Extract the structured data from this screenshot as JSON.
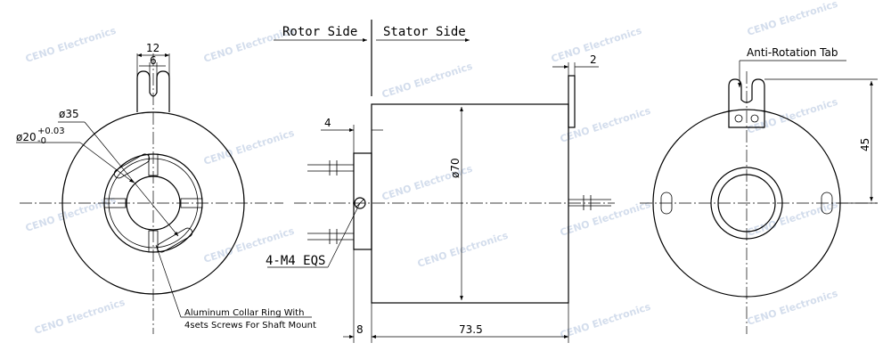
{
  "views": {
    "rotor_side": "Rotor Side",
    "stator_side": "Stator Side"
  },
  "labels": {
    "anti_rotation_tab": "Anti-Rotation Tab",
    "screws": "4-M4 EQS",
    "collar_line1": "Aluminum Collar Ring With",
    "collar_line2": "4sets Screws For Shaft Mount"
  },
  "dimensions": {
    "tab_width": "12",
    "tab_slot": "6",
    "outer_dia": "ø35",
    "bore_dia": "ø20",
    "bore_tol_upper": "+0.03",
    "bore_tol_lower": "-0",
    "body_dia": "ø70",
    "flange_thickness": "4",
    "tab_thickness": "2",
    "collar_length": "8",
    "body_length": "73.5",
    "tab_height": "45"
  },
  "watermark": "CENO Electronics"
}
